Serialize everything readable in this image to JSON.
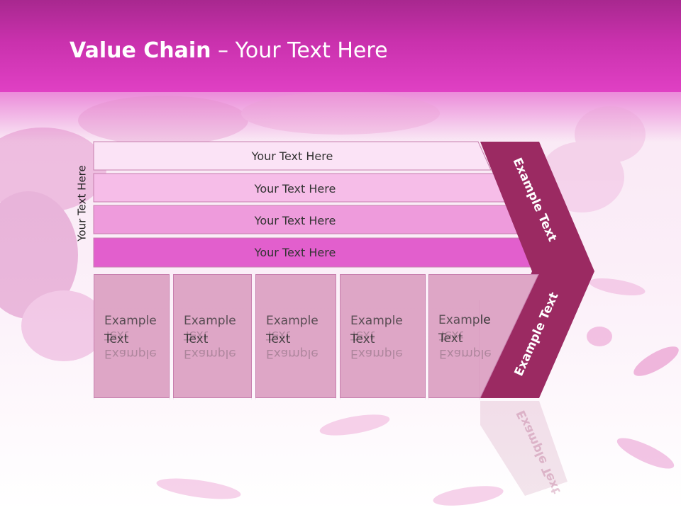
{
  "slide": {
    "title_bold": "Value Chain",
    "title_rest": " – Your Text Here",
    "side_label": "Your Text Here",
    "bars": [
      "Your Text Here",
      "Your Text Here",
      "Your Text Here",
      "Your Text Here"
    ],
    "boxes": [
      "Example Text",
      "Example Text",
      "Example Text",
      "Example Text",
      "Example Text"
    ],
    "chevron_upper": "Example Text",
    "chevron_lower": "Example Text"
  },
  "colors": {
    "header": "#c931ad",
    "bar_1": "#fbe3f6",
    "bar_2": "#f6bde8",
    "bar_3": "#ee9bdc",
    "bar_4": "#e25fcd",
    "box": "#dea6c6",
    "chevron": "#9b2a62"
  }
}
